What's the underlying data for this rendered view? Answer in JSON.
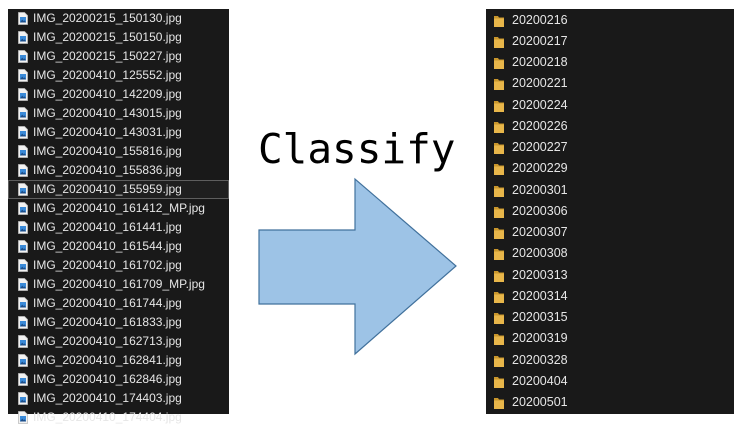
{
  "left_panel": {
    "files": [
      "IMG_20200215_150130.jpg",
      "IMG_20200215_150150.jpg",
      "IMG_20200215_150227.jpg",
      "IMG_20200410_125552.jpg",
      "IMG_20200410_142209.jpg",
      "IMG_20200410_143015.jpg",
      "IMG_20200410_143031.jpg",
      "IMG_20200410_155816.jpg",
      "IMG_20200410_155836.jpg",
      "IMG_20200410_155959.jpg",
      "IMG_20200410_161412_MP.jpg",
      "IMG_20200410_161441.jpg",
      "IMG_20200410_161544.jpg",
      "IMG_20200410_161702.jpg",
      "IMG_20200410_161709_MP.jpg",
      "IMG_20200410_161744.jpg",
      "IMG_20200410_161833.jpg",
      "IMG_20200410_162713.jpg",
      "IMG_20200410_162841.jpg",
      "IMG_20200410_162846.jpg",
      "IMG_20200410_174403.jpg",
      "IMG_20200410_174404.jpg"
    ],
    "selected_file": "IMG_20200410_155959.jpg",
    "icon": "image-file-icon"
  },
  "right_panel": {
    "folders": [
      "20200216",
      "20200217",
      "20200218",
      "20200221",
      "20200224",
      "20200226",
      "20200227",
      "20200229",
      "20200301",
      "20200306",
      "20200307",
      "20200308",
      "20200313",
      "20200314",
      "20200315",
      "20200319",
      "20200328",
      "20200404",
      "20200501"
    ],
    "icon": "folder-icon"
  },
  "center": {
    "label": "Classify",
    "arrow_icon": "right-arrow-icon",
    "arrow_fill": "#9dc3e6",
    "arrow_stroke": "#41719c"
  },
  "colors": {
    "panel_bg": "#191919",
    "text": "#e6e6e6",
    "folder": "#e8b64a",
    "file_icon": "#3a8ad8"
  }
}
